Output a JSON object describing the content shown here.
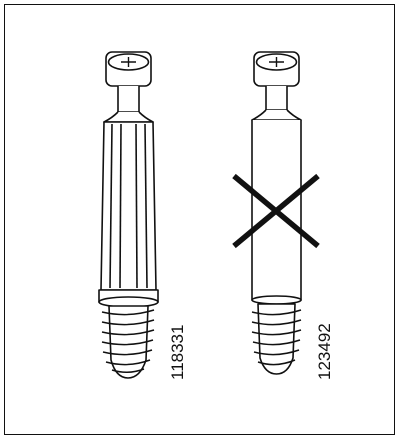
{
  "parts": [
    {
      "id": "correct-dowel",
      "number": "118331"
    },
    {
      "id": "incorrect-dowel",
      "number": "123492",
      "crossed_out": true
    }
  ],
  "colors": {
    "line": "#111111",
    "background": "#ffffff"
  }
}
